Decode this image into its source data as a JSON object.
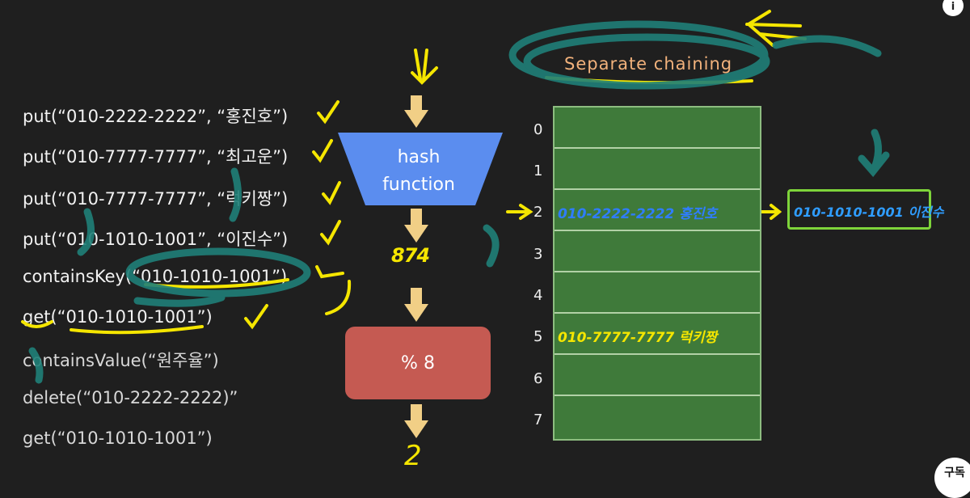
{
  "operations": [
    "put(“010-2222-2222”, “홍진호”)",
    "put(“010-7777-7777”, “최고운”)",
    "put(“010-7777-7777”, “럭키짱”)",
    "put(“010-1010-1001”, “이진수”)",
    "containsKey(“010-1010-1001”)",
    "get(“010-1010-1001”)",
    "containsValue(“원주율”)",
    "delete(“010-2222-2222)”",
    "get(“010-1010-1001”)"
  ],
  "hash_function_label": "hash\nfunction",
  "hash_value": "874",
  "modulo_label": "% 8",
  "result_index": "2",
  "method_title": "Separate chaining",
  "bucket_indices": [
    "0",
    "1",
    "2",
    "3",
    "4",
    "5",
    "6",
    "7"
  ],
  "bucket_entries": {
    "slot2": "010-2222-2222 홍진호",
    "slot5": "010-7777-7777 럭키짱"
  },
  "chain_node": "010-1010-1001 이진수",
  "colors": {
    "background": "#1f1f1f",
    "hash_function": "#5b8def",
    "modulo_box": "#c55a52",
    "table": "#3f7a3a",
    "arrow": "#f1cf86",
    "annotation_yellow": "#f5e600",
    "annotation_teal": "#1f7f78"
  },
  "overlay_buttons": {
    "info": "i",
    "subscribe": "구독"
  }
}
